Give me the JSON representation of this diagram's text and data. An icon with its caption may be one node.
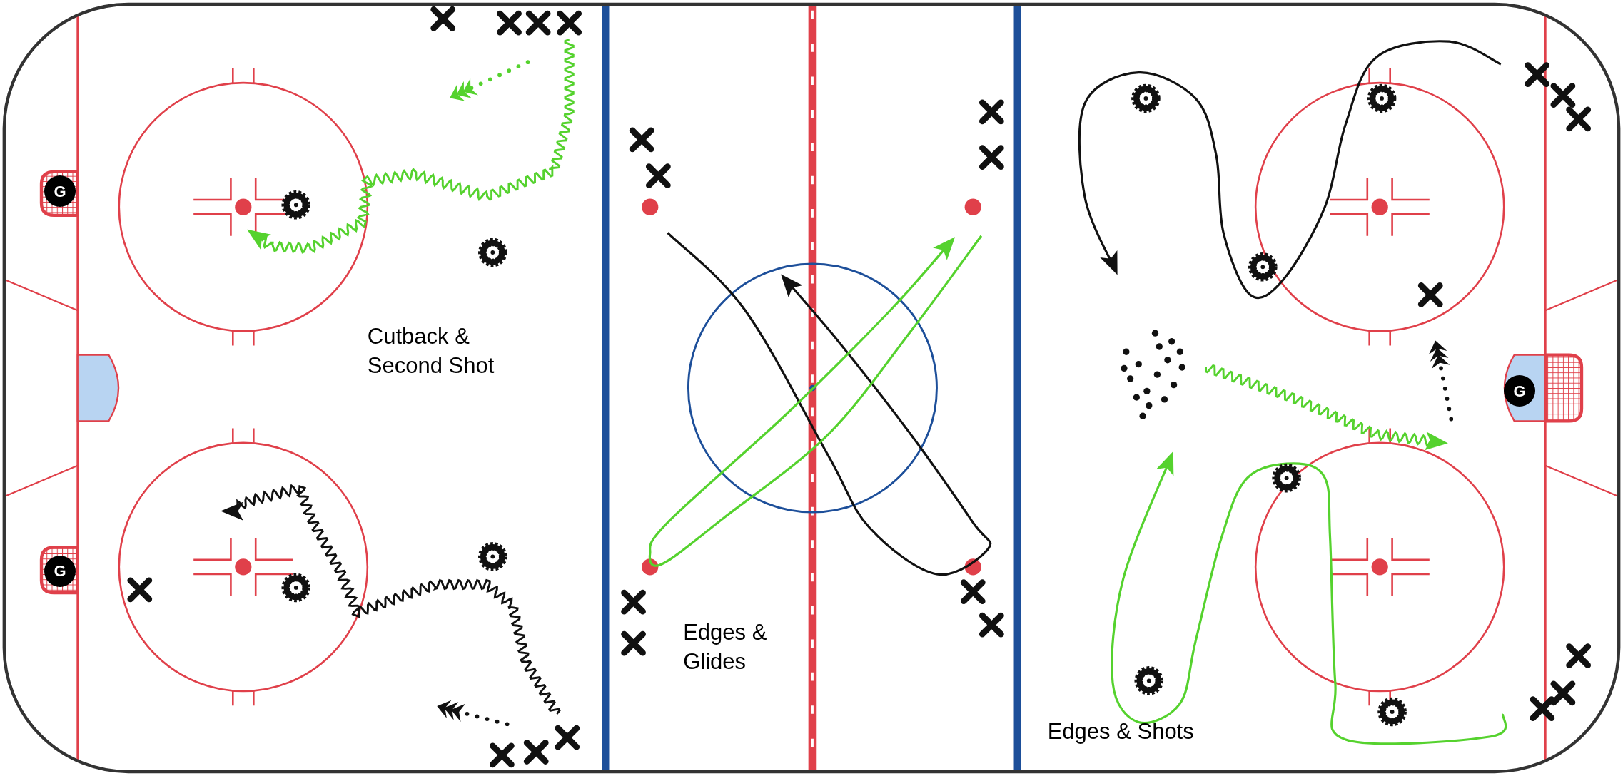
{
  "diagram": {
    "nodes": [
      {
        "text": [
          "G"
        ]
      },
      {
        "text": [
          "G"
        ]
      },
      {
        "text": [
          "G"
        ]
      }
    ],
    "labels": [
      "Cutback & Second Shot",
      "Edges & Glides",
      "Edges & Shots"
    ]
  }
}
